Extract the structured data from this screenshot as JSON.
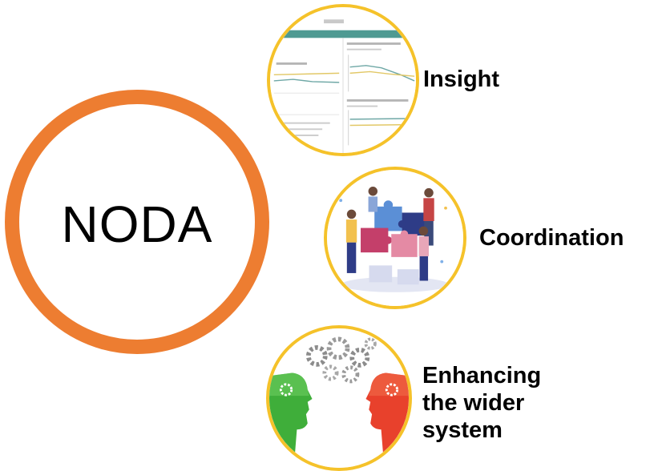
{
  "diagram": {
    "center_label": "NODA",
    "colors": {
      "ring": "#ED7D31",
      "feature_border": "#F5C22A"
    },
    "features": [
      {
        "label": "Insight",
        "icon": "dashboard-screenshot-icon"
      },
      {
        "label": "Coordination",
        "icon": "puzzle-team-icon"
      },
      {
        "label_lines": [
          "Enhancing",
          "the wider",
          "system"
        ],
        "icon": "heads-gears-icon"
      }
    ]
  }
}
